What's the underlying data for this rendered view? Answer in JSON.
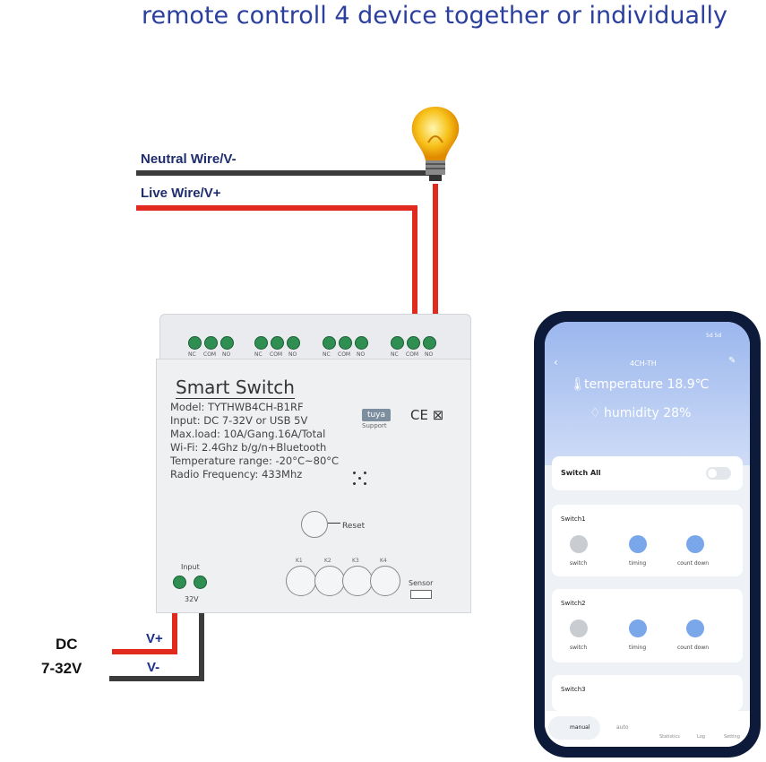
{
  "headline": "remote controll 4 device together or individually",
  "wiring": {
    "neutral_label": "Neutral Wire/V-",
    "live_label": "Live Wire/V+",
    "dc_label_1": "DC",
    "dc_label_2": "7-32V",
    "vplus_label": "V+",
    "vminus_label": "V-",
    "colors": {
      "live": "#e02a1d",
      "neutral": "#3b3b3b"
    }
  },
  "device": {
    "title": "Smart  Switch",
    "specs": [
      "Model:  TYTHWB4CH-B1RF",
      "Input:  DC 7-32V or USB 5V",
      "Max.load:  10A/Gang.16A/Total",
      "Wi-Fi:  2.4Ghz b/g/n+Bluetooth",
      "Temperature range: -20°C~80°C",
      "Radio Frequency:  433Mhz"
    ],
    "brand_badge": "tuya",
    "brand_support": "Support",
    "certification": "CE ⊠",
    "reset_label": "Reset",
    "input_label": "Input",
    "input_voltage": "32V",
    "sensor_label": "Sensor",
    "terminal_labels": [
      "NC",
      "COM",
      "NO",
      "NC",
      "COM",
      "NO",
      "NC",
      "COM",
      "NO",
      "NC",
      "COM",
      "NO"
    ],
    "button_labels": [
      "K1",
      "K2",
      "K3",
      "K4"
    ]
  },
  "phone": {
    "status": "5d 5d",
    "title": "4CH-TH",
    "temperature": "temperature 18.9℃",
    "humidity": "humidity 28%",
    "switch_all": "Switch All",
    "switch1": "Switch1",
    "switch2": "Switch2",
    "switch3": "Switch3",
    "action_switch": "switch",
    "action_timing": "timing",
    "action_countdown": "count down",
    "nav": {
      "manual": "manual",
      "auto": "auto",
      "statistics": "Statistics",
      "log": "Log",
      "setting": "Setting"
    }
  }
}
